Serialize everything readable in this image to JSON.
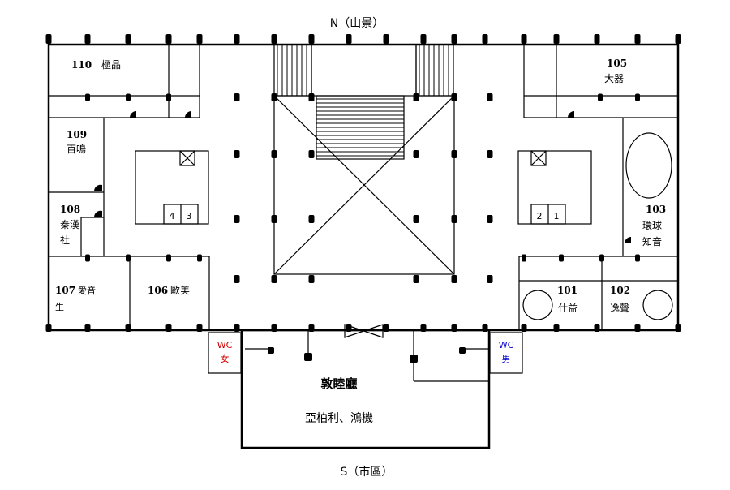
{
  "compass": {
    "north": "N（山景）",
    "south": "S（市區）"
  },
  "rooms": {
    "r110": {
      "number": "110",
      "name": "極品"
    },
    "r109": {
      "number": "109",
      "name": "百鳴"
    },
    "r108": {
      "number": "108",
      "name_line1": "秦漢",
      "name_line2": "社"
    },
    "r107": {
      "number": "107",
      "name_line1": "愛音",
      "name_line2": "生"
    },
    "r106": {
      "number": "106",
      "name": "歐美"
    },
    "r105": {
      "number": "105",
      "name": "大器"
    },
    "r103": {
      "number": "103",
      "name_line1": "環球",
      "name_line2": "知音"
    },
    "r101": {
      "number": "101",
      "name": "仕益"
    },
    "r102": {
      "number": "102",
      "name": "逸聲"
    }
  },
  "elevators": {
    "left": [
      "4",
      "3"
    ],
    "right": [
      "2",
      "1"
    ]
  },
  "restrooms": {
    "women": {
      "code": "WC",
      "label": "女"
    },
    "men": {
      "code": "WC",
      "label": "男"
    }
  },
  "hall": {
    "name": "敦睦廳",
    "sponsors": "亞柏利、鴻機"
  },
  "colors": {
    "line": "#000000",
    "women": "#d40000",
    "men": "#0000cc",
    "background": "#ffffff"
  }
}
